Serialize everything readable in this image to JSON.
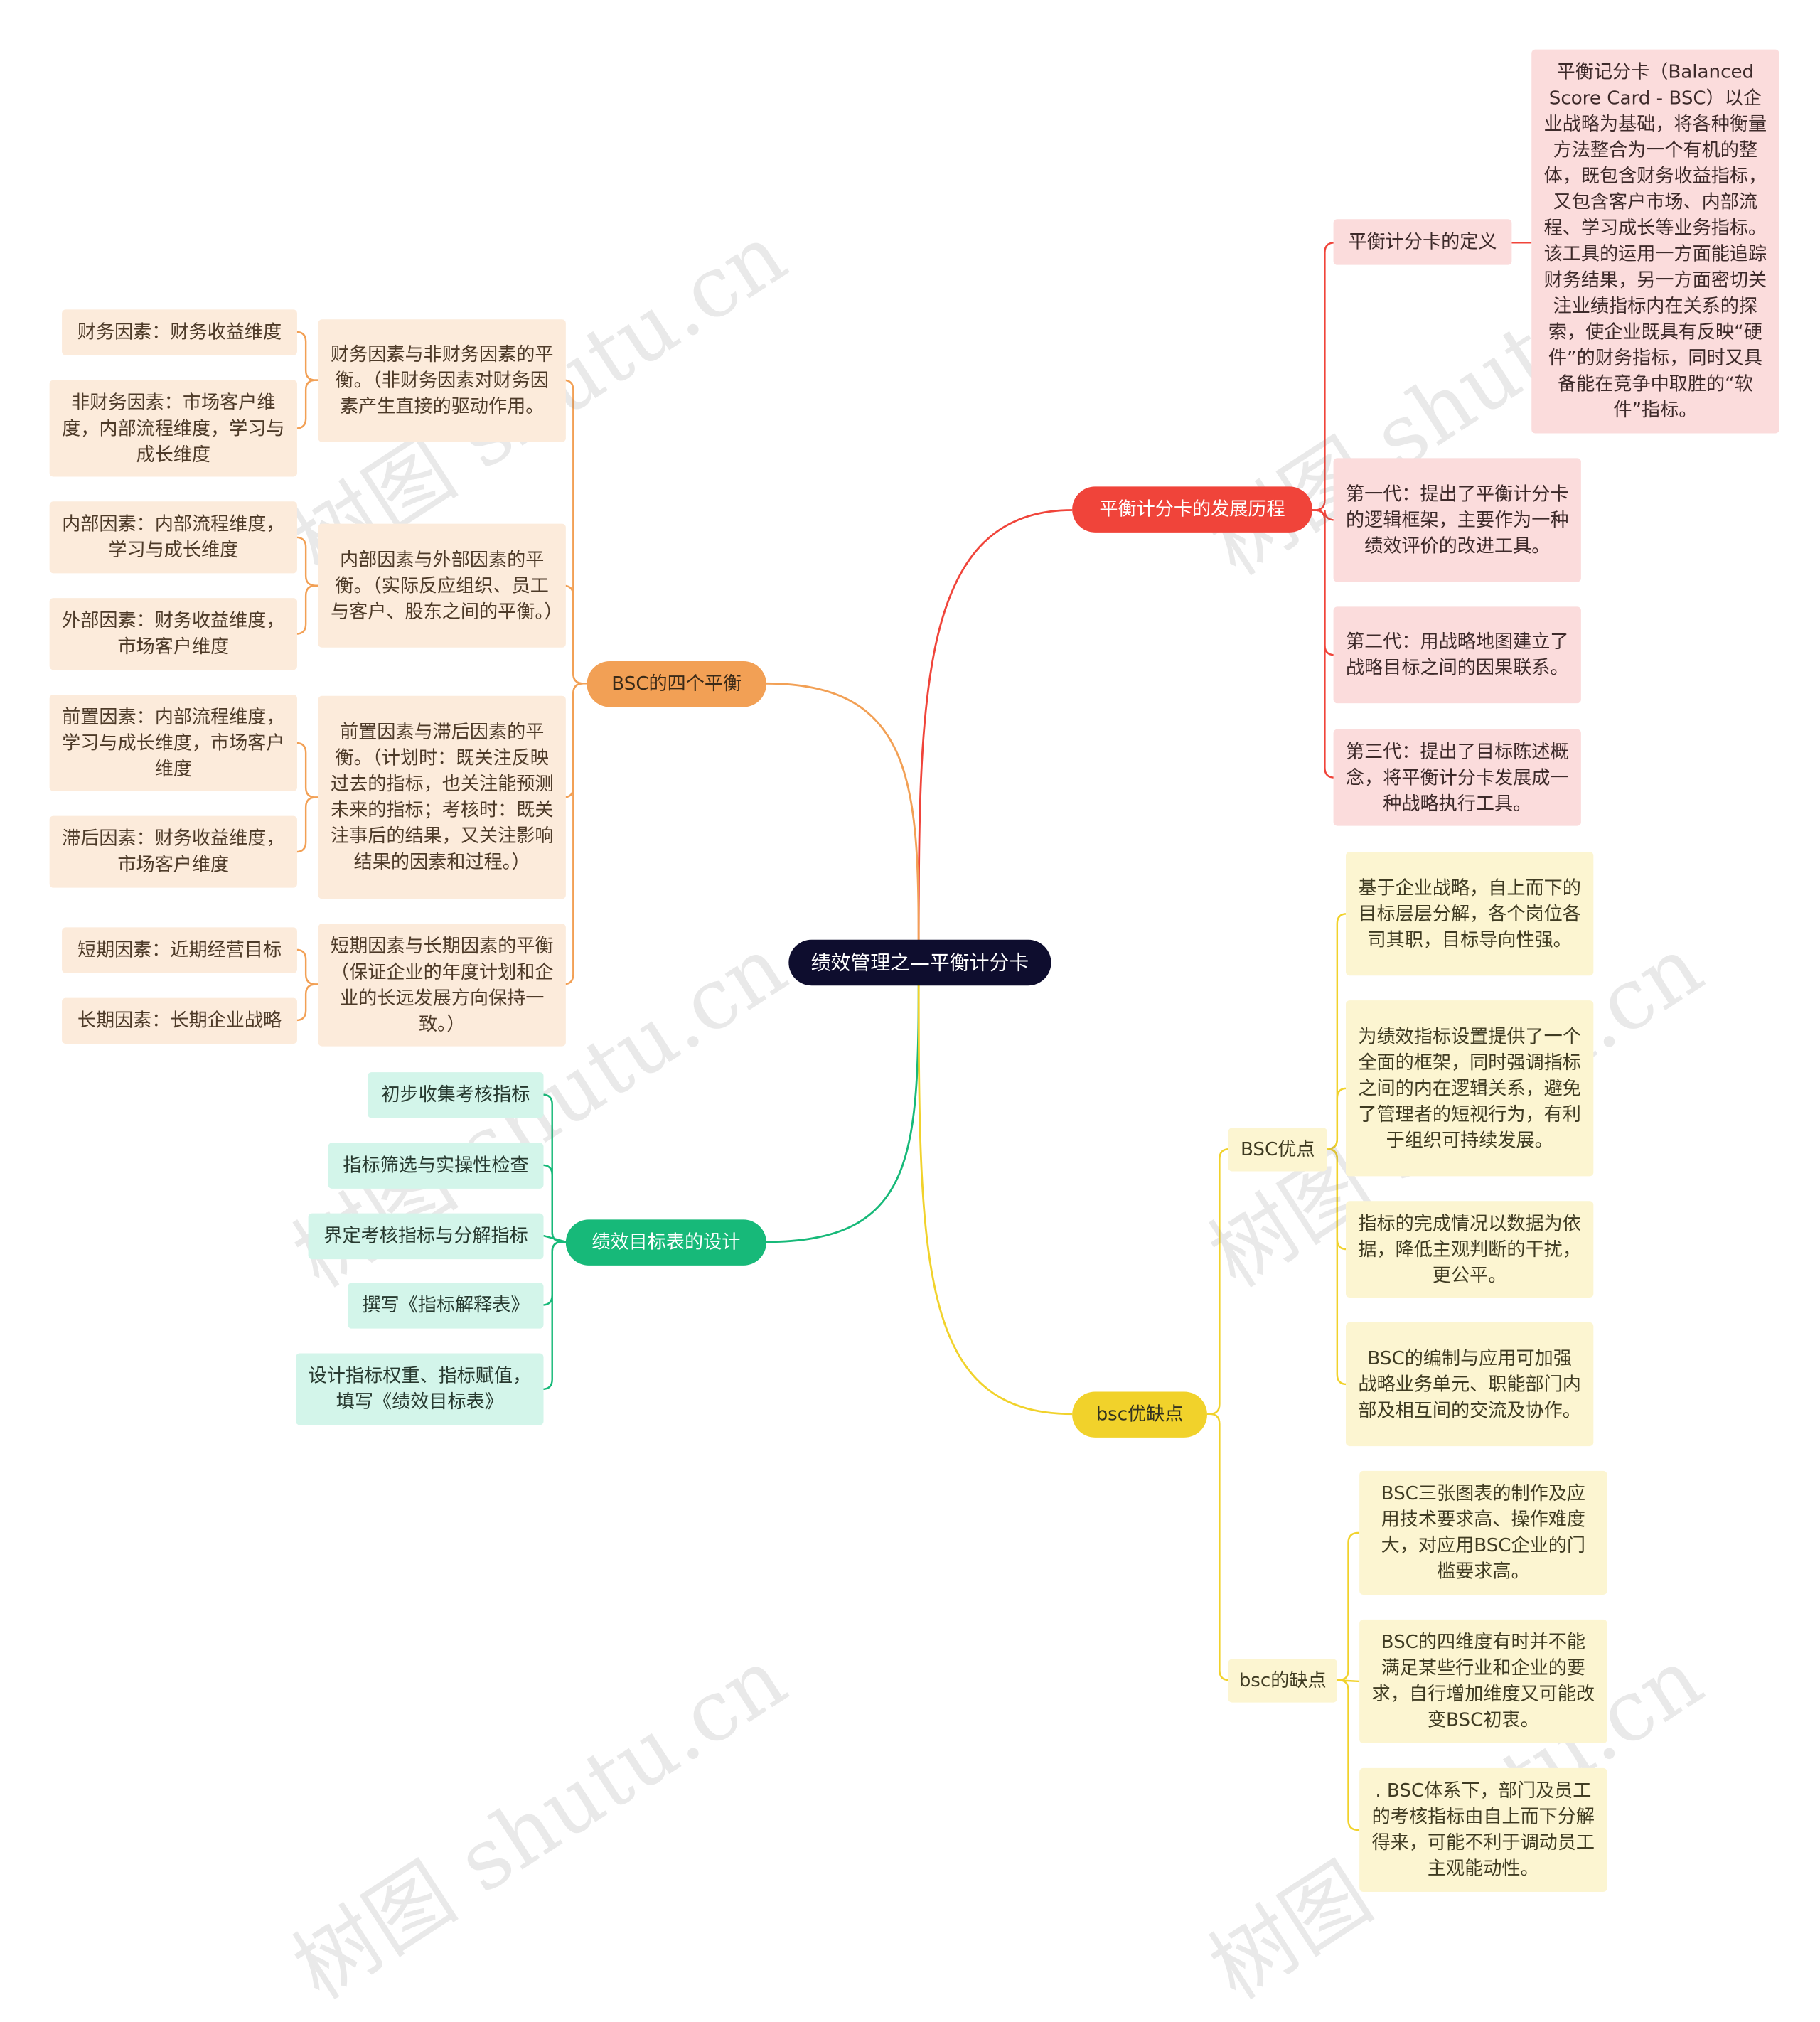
{
  "root": {
    "label": "绩效管理之—平衡计分卡"
  },
  "colors": {
    "red": "#f0443a",
    "orange": "#f2a055",
    "green": "#17b979",
    "yellow": "#f1d22b",
    "root": "#0e0d2e"
  },
  "history": {
    "label": "平衡计分卡的发展历程",
    "definition": {
      "label": "平衡计分卡的定义",
      "text": "平衡记分卡（Balanced Score Card - BSC）以企业战略为基础，将各种衡量方法整合为一个有机的整体，既包含财务收益指标，又包含客户市场、内部流程、学习成长等业务指标。该工具的运用一方面能追踪财务结果，另一方面密切关注业绩指标内在关系的探索，使企业既具有反映“硬件”的财务指标，同时又具备能在竞争中取胜的“软件”指标。"
    },
    "gen1": "第一代：提出了平衡计分卡的逻辑框架，主要作为一种绩效评价的改进工具。",
    "gen2": "第二代：用战略地图建立了战略目标之间的因果联系。",
    "gen3": "第三代：提出了目标陈述概念，将平衡计分卡发展成一种战略执行工具。"
  },
  "balance": {
    "label": "BSC的四个平衡",
    "items": [
      {
        "label": "财务因素与非财务因素的平衡。（非财务因素对财务因素产生直接的驱动作用。",
        "children": [
          "财务因素：财务收益维度",
          "非财务因素：市场客户维度，内部流程维度，学习与成长维度"
        ]
      },
      {
        "label": "内部因素与外部因素的平衡。（实际反应组织、员工与客户、股东之间的平衡。）",
        "children": [
          "内部因素：内部流程维度，学习与成长维度",
          "外部因素：财务收益维度，市场客户维度"
        ]
      },
      {
        "label": "前置因素与滞后因素的平衡。（计划时：既关注反映过去的指标，也关注能预测未来的指标；考核时：既关注事后的结果，又关注影响结果的因素和过程。）",
        "children": [
          "前置因素：内部流程维度，学习与成长维度，市场客户维度",
          "滞后因素：财务收益维度，市场客户维度"
        ]
      },
      {
        "label": "短期因素与长期因素的平衡（保证企业的年度计划和企业的长远发展方向保持一致。）",
        "children": [
          "短期因素：近期经营目标",
          "长期因素：长期企业战略"
        ]
      }
    ]
  },
  "design": {
    "label": "绩效目标表的设计",
    "steps": [
      "初步收集考核指标",
      "指标筛选与实操性检查",
      "界定考核指标与分解指标",
      "撰写《指标解释表》",
      "设计指标权重、指标赋值，填写《绩效目标表》"
    ]
  },
  "proscons": {
    "label": "bsc优缺点",
    "pros": {
      "label": "BSC优点",
      "items": [
        "基于企业战略，自上而下的目标层层分解，各个岗位各司其职，目标导向性强。",
        "为绩效指标设置提供了一个全面的框架，同时强调指标之间的内在逻辑关系，避免了管理者的短视行为，有利于组织可持续发展。",
        "指标的完成情况以数据为依据，降低主观判断的干扰，更公平。",
        "BSC的编制与应用可加强战略业务单元、职能部门内部及相互间的交流及协作。"
      ]
    },
    "cons": {
      "label": "bsc的缺点",
      "items": [
        "BSC三张图表的制作及应用技术要求高、操作难度大，对应用BSC企业的门槛要求高。",
        "BSC的四维度有时并不能满足某些行业和企业的要求，自行增加维度又可能改变BSC初衷。",
        ". BSC体系下，部门及员工的考核指标由自上而下分解得来，可能不利于调动员工主观能动性。"
      ]
    }
  },
  "watermark": "树图 shutu.cn"
}
